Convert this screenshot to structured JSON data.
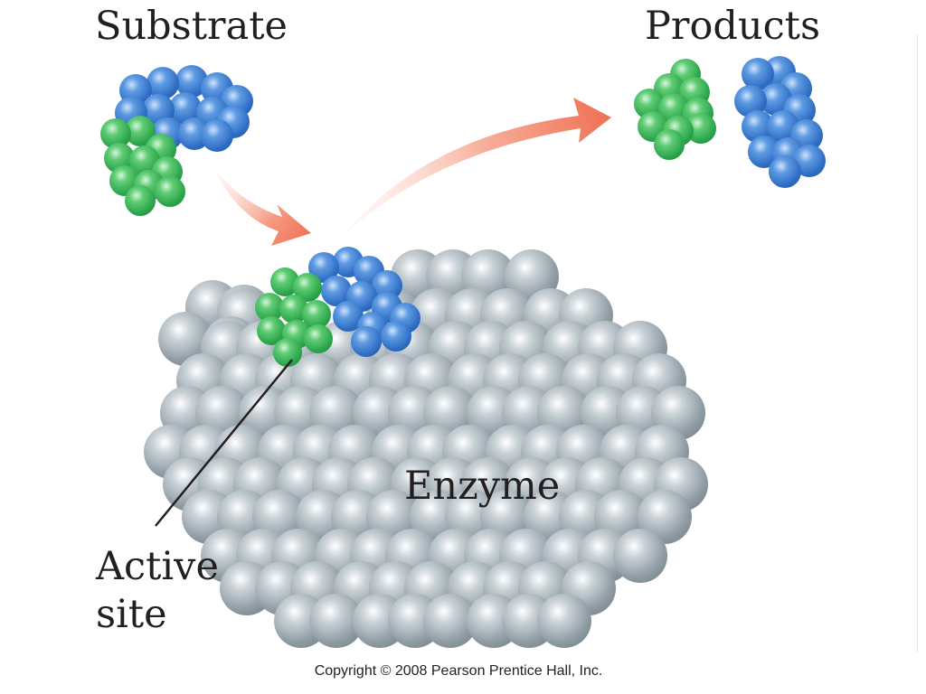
{
  "labels": {
    "substrate": "Substrate",
    "products": "Products",
    "enzyme": "Enzyme",
    "active_site_line1": "Active",
    "active_site_line2": "site"
  },
  "copyright": "Copyright © 2008 Pearson Prentice Hall, Inc.",
  "colors": {
    "enzyme": "#9aa6ad",
    "substrate_blue": "#3f7fcf",
    "substrate_green": "#3cb35a",
    "arrow": "#f0785c",
    "text": "#231f20"
  }
}
